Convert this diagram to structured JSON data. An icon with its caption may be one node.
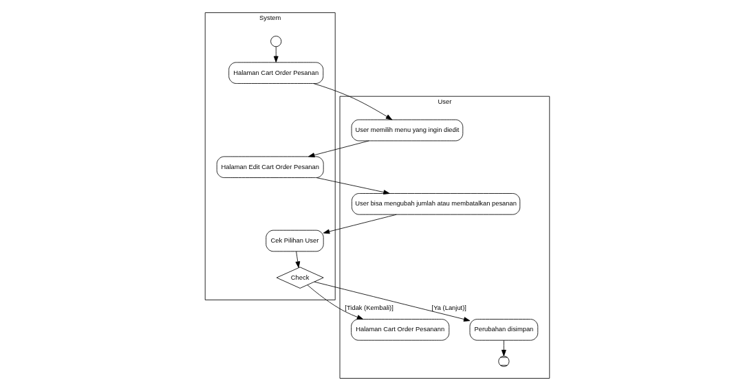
{
  "diagram": {
    "nodes": [
      {
        "text": [
          "User"
        ]
      },
      {
        "text": [
          "System"
        ]
      },
      {
        "text": [],
        "shape": "circle",
        "in": 1
      },
      {
        "text": [
          "Halaman Cart Order Pesanan"
        ],
        "in": 1
      },
      {
        "text": [
          "User memilih menu yang ingin diedit"
        ],
        "in": 0
      },
      {
        "text": [
          "Halaman Edit Cart Order Pesanan"
        ],
        "in": 1
      },
      {
        "text": [
          "User bisa mengubah jumlah atau membatalkan pesanan"
        ],
        "in": 0
      },
      {
        "text": [
          "Cek Pilihan User"
        ],
        "in": 1
      },
      {
        "text": [
          "Check"
        ],
        "in": 1
      },
      {
        "text": [
          "Halaman Cart Order Pesanann"
        ],
        "in": 0
      },
      {
        "text": [
          "Perubahan disimpan"
        ],
        "in": 0
      },
      {
        "text": [],
        "shape": "circle",
        "in": 0
      }
    ],
    "edges": [
      {
        "from": 2,
        "to": 3,
        "arrow": "to"
      },
      {
        "from": 3,
        "to": 4,
        "arrow": "to"
      },
      {
        "from": 4,
        "to": 5,
        "arrow": "to"
      },
      {
        "from": 5,
        "to": 6,
        "arrow": "to"
      },
      {
        "from": 6,
        "to": 7,
        "arrow": "to"
      },
      {
        "from": 7,
        "to": 8,
        "arrow": "to"
      },
      {
        "from": 8,
        "to": 9,
        "label": "[Tidak (Kembali)]",
        "arrow": "to"
      },
      {
        "from": 8,
        "to": 10,
        "label": "[Ya (Lanjut)]",
        "arrow": "to"
      },
      {
        "from": 10,
        "to": 11,
        "arrow": "to"
      }
    ]
  }
}
